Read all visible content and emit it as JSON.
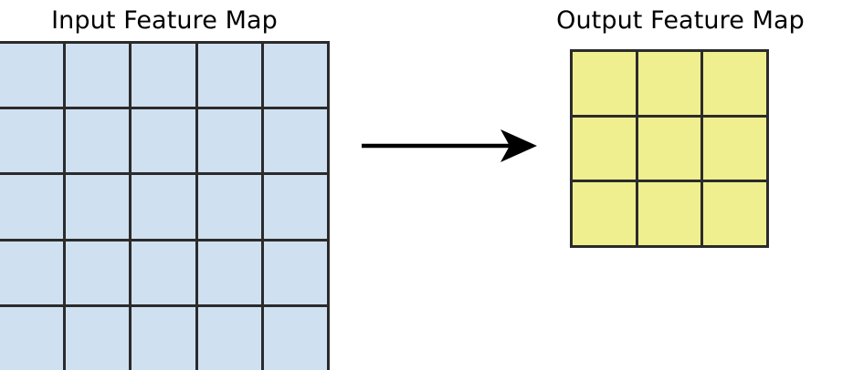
{
  "diagram": {
    "title_left": "Input Feature Map",
    "title_right": "Output Feature Map",
    "arrow_icon": "right-arrow-icon",
    "colors": {
      "input_fill": "#cfe0f0",
      "output_fill": "#f0ef8f",
      "grid_line": "#2b2b2b",
      "arrow": "#000000",
      "background": "#ffffff",
      "text": "#000000"
    }
  },
  "chart_data": {
    "type": "diagram",
    "title": "Input Feature Map to Output Feature Map",
    "panels": [
      {
        "name": "input-feature-map",
        "label": "Input Feature Map",
        "rows": 5,
        "cols": 5,
        "cell_count": 25,
        "fill": "#cfe0f0"
      },
      {
        "name": "output-feature-map",
        "label": "Output Feature Map",
        "rows": 3,
        "cols": 3,
        "cell_count": 9,
        "fill": "#f0ef8f"
      }
    ],
    "connector": {
      "type": "arrow",
      "direction": "left-to-right",
      "from": "input-feature-map",
      "to": "output-feature-map",
      "label": ""
    }
  }
}
